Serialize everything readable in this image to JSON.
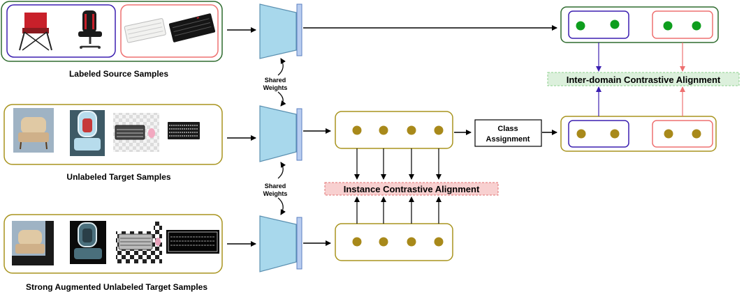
{
  "colors": {
    "source_border": "#2e6b2e",
    "target_border": "#a8941e",
    "chair_group": "#3b1fb0",
    "keyboard_group": "#ee7070",
    "source_dot": "#0e9e1e",
    "target_dot": "#a8891a",
    "encoder_fill": "#a8d8ec",
    "encoder_stroke": "#5a8fb0",
    "inter_bg": "#dcf0dc",
    "instance_bg": "#f8d0d0"
  },
  "labels": {
    "labeled_source": "Labeled Source Samples",
    "unlabeled_target": "Unlabeled Target Samples",
    "strong_augmented": "Strong Augmented Unlabeled Target Samples",
    "shared_weights_line1": "Shared",
    "shared_weights_line2": "Weights",
    "class_assignment_line1": "Class",
    "class_assignment_line2": "Assignment",
    "inter_domain": "Inter-domain Contrastive Alignment",
    "instance": "Instance Contrastive Alignment"
  },
  "images": {
    "source": [
      "red-folding-chair",
      "gaming-chair",
      "white-keyboard",
      "black-keyboard"
    ],
    "target": [
      "armchair",
      "chair-sketch",
      "keyboard-pink-mouse",
      "black-keyboard"
    ],
    "augmented": [
      "armchair-augmented",
      "chair-augmented",
      "keyboard-augmented",
      "keyboard-edges"
    ]
  }
}
